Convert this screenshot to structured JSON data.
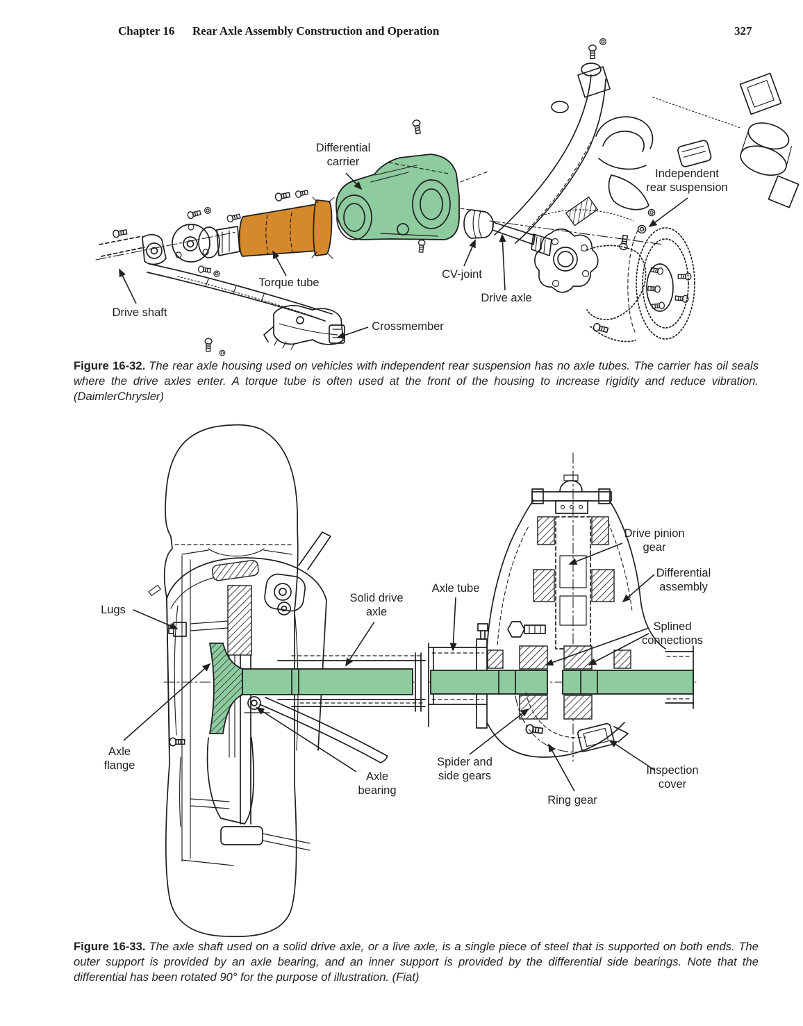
{
  "header": {
    "chapter": "Chapter 16",
    "title": "Rear Axle Assembly Construction and Operation",
    "page_number": "327"
  },
  "figure_16_32": {
    "labels": {
      "differential_carrier": "Differential\ncarrier",
      "independent_rear_suspension": "Independent\nrear suspension",
      "torque_tube": "Torque tube",
      "cv_joint": "CV-joint",
      "drive_axle": "Drive axle",
      "drive_shaft": "Drive shaft",
      "crossmember": "Crossmember"
    },
    "caption": {
      "lead": "Figure 16-32.",
      "text": "The rear axle housing used on vehicles with independent rear suspension has no axle tubes. The carrier has oil seals where the drive axles enter. A torque tube is often used at the front of the housing to increase rigidity and reduce vibration. (DaimlerChrysler)"
    }
  },
  "figure_16_33": {
    "labels": {
      "lugs": "Lugs",
      "solid_drive_axle": "Solid drive\naxle",
      "axle_flange": "Axle\nflange",
      "axle_bearing": "Axle\nbearing",
      "axle_tube": "Axle tube",
      "drive_pinion_gear": "Drive pinion\ngear",
      "differential_assembly": "Differential\nassembly",
      "splined_connections": "Splined\nconnections",
      "spider_and_side_gears": "Spider and\nside gears",
      "ring_gear": "Ring gear",
      "inspection_cover": "Inspection\ncover"
    },
    "caption": {
      "lead": "Figure 16-33.",
      "text": "The axle shaft used on a solid drive axle, or a live axle, is a single piece of steel that is supported on both ends. The outer support is provided by an axle bearing, and an inner support is provided by the differential side bearings. Note that the differential has been rotated 90° for the purpose of illustration. (Fiat)"
    }
  },
  "colors": {
    "highlight_green": "#8ECB9E",
    "highlight_orange": "#D6892B",
    "ink": "#1f1f1f"
  }
}
